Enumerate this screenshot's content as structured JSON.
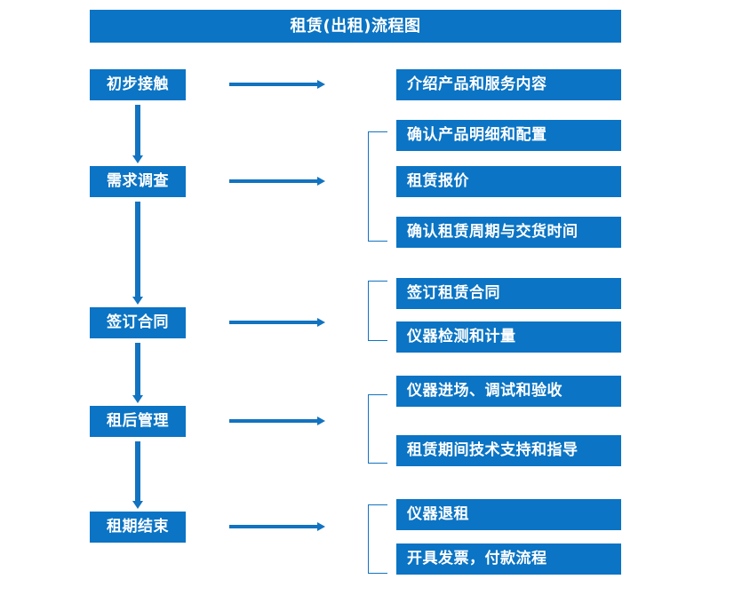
{
  "title": "租赁(出租)流程图",
  "theme": {
    "box_fill": "#0b74c4",
    "box_text": "#ffffff",
    "arrow_color": "#1273c0",
    "bracket_color": "#1273c0",
    "background": "#ffffff"
  },
  "stages": [
    {
      "label": "初步接触"
    },
    {
      "label": "需求调查"
    },
    {
      "label": "签订合同"
    },
    {
      "label": "租后管理"
    },
    {
      "label": "租期结束"
    }
  ],
  "details": [
    {
      "label": "介绍产品和服务内容"
    },
    {
      "label": "确认产品明细和配置"
    },
    {
      "label": "租赁报价"
    },
    {
      "label": "确认租赁周期与交货时间"
    },
    {
      "label": "签订租赁合同"
    },
    {
      "label": "仪器检测和计量"
    },
    {
      "label": "仪器进场、调试和验收"
    },
    {
      "label": "租赁期间技术支持和指导"
    },
    {
      "label": "仪器退租"
    },
    {
      "label": "开具发票，付款流程"
    }
  ],
  "chart_data": {
    "type": "diagram",
    "title": "租赁(出租)流程图",
    "diagram_kind": "flowchart",
    "orientation": "vertical-with-branches",
    "nodes": [
      {
        "stage": "初步接触",
        "details": [
          "介绍产品和服务内容"
        ]
      },
      {
        "stage": "需求调查",
        "details": [
          "确认产品明细和配置",
          "租赁报价",
          "确认租赁周期与交货时间"
        ]
      },
      {
        "stage": "签订合同",
        "details": [
          "签订租赁合同",
          "仪器检测和计量"
        ]
      },
      {
        "stage": "租后管理",
        "details": [
          "仪器进场、调试和验收",
          "租赁期间技术支持和指导"
        ]
      },
      {
        "stage": "租期结束",
        "details": [
          "仪器退租",
          "开具发票，付款流程"
        ]
      }
    ],
    "edges": [
      {
        "from": "初步接触",
        "to": "需求调查",
        "type": "vertical-arrow"
      },
      {
        "from": "需求调查",
        "to": "签订合同",
        "type": "vertical-arrow"
      },
      {
        "from": "签订合同",
        "to": "租后管理",
        "type": "vertical-arrow"
      },
      {
        "from": "租后管理",
        "to": "租期结束",
        "type": "vertical-arrow"
      }
    ]
  }
}
